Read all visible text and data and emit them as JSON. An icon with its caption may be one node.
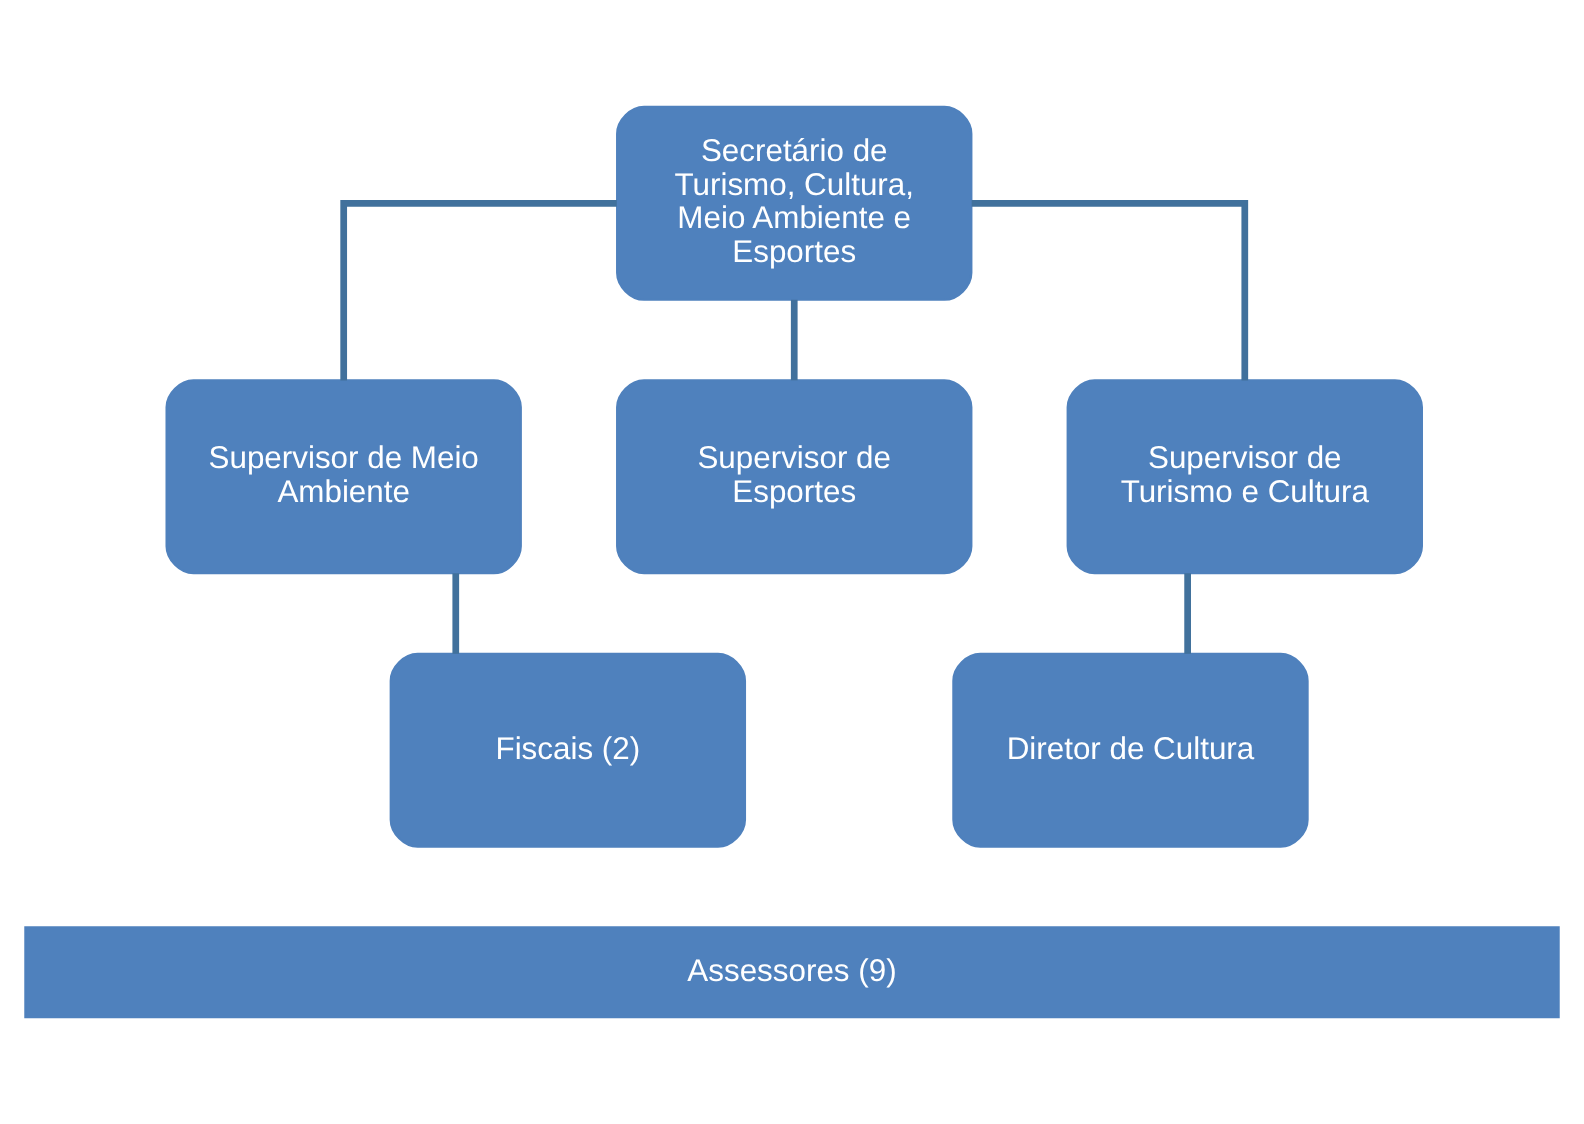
{
  "diagram": {
    "nodes": [
      {
        "text": [
          "Secretário de Turismo, Cultura, Meio Ambiente e Esportes"
        ]
      },
      {
        "text": [
          "Supervisor de Meio Ambiente"
        ]
      },
      {
        "text": [
          "Supervisor de Esportes"
        ]
      },
      {
        "text": [
          "Supervisor de Turismo e Cultura"
        ]
      },
      {
        "text": [
          "Fiscais (2)"
        ]
      },
      {
        "text": [
          "Diretor de Cultura"
        ]
      },
      {
        "text": [
          "Assessores (9)"
        ]
      }
    ],
    "edges": [
      {
        "from": 0,
        "to": 1,
        "arrow": "none"
      },
      {
        "from": 0,
        "to": 2,
        "arrow": "none"
      },
      {
        "from": 0,
        "to": 3,
        "arrow": "none"
      },
      {
        "from": 1,
        "to": 4,
        "arrow": "none"
      },
      {
        "from": 3,
        "to": 5,
        "arrow": "none"
      }
    ]
  }
}
